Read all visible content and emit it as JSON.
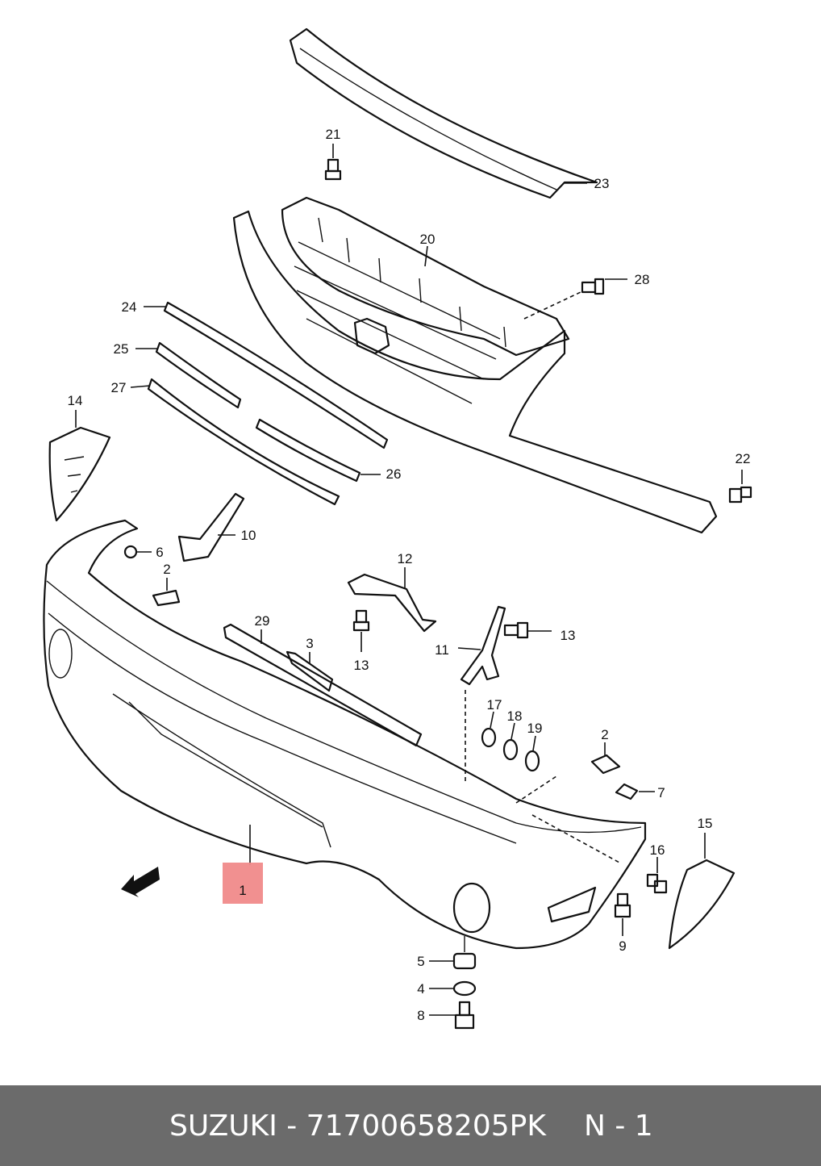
{
  "diagram": {
    "callouts": {
      "c1": "1",
      "c2a": "2",
      "c2b": "2",
      "c3": "3",
      "c4": "4",
      "c5": "5",
      "c6": "6",
      "c7": "7",
      "c8": "8",
      "c9": "9",
      "c10": "10",
      "c11": "11",
      "c12": "12",
      "c13a": "13",
      "c13b": "13",
      "c14": "14",
      "c15": "15",
      "c16": "16",
      "c17": "17",
      "c18": "18",
      "c19": "19",
      "c20": "20",
      "c21": "21",
      "c22": "22",
      "c23": "23",
      "c24": "24",
      "c25": "25",
      "c26": "26",
      "c27": "27",
      "c28": "28",
      "c29": "29"
    },
    "highlighted_part": "1",
    "highlight_color": "#f08a8a",
    "direction_arrow_icon": "front-direction-arrow-icon"
  },
  "footer": {
    "caption": "SUZUKI - 71700658205PK",
    "page": "N - 1",
    "background": "#6b6b6b"
  }
}
